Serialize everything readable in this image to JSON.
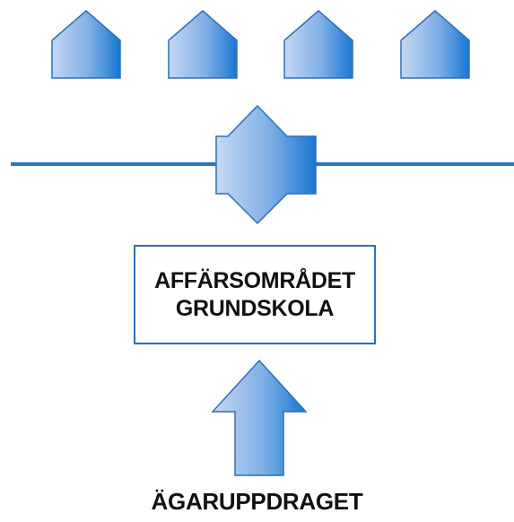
{
  "box": {
    "lines": [
      "AFFÄRSOMRÅDET",
      "GRUNDSKOLA"
    ]
  },
  "caption": "ÄGARUPPDRAGET",
  "colors": {
    "shape_dark": "#1877d2",
    "shape_light": "#c5d8f2",
    "outline": "#2f6fb8",
    "line": "#2a75bd",
    "text": "#111111"
  },
  "icons": {
    "houses": [
      "house-icon",
      "house-icon",
      "house-icon",
      "house-icon"
    ],
    "connector": "double-arrow-icon",
    "input": "up-arrow-icon"
  }
}
